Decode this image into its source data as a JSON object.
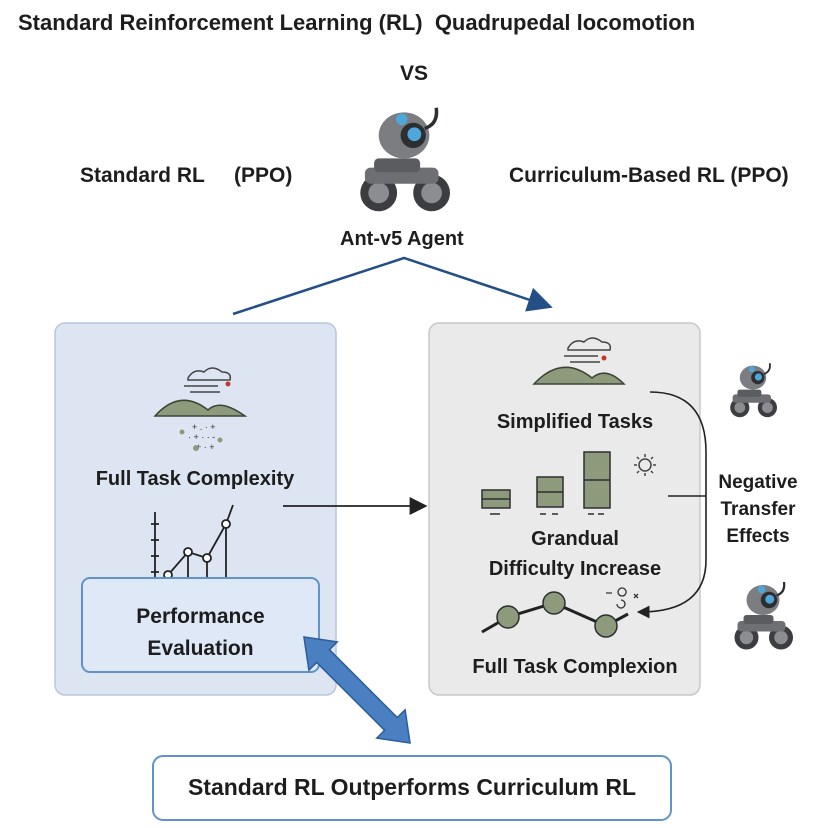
{
  "title": "Standard Reinforcement Learning (RL)  Quadrupedal locomotion",
  "vs": "VS",
  "left_header": {
    "label": "Standard RL",
    "algo": "(PPO)"
  },
  "right_header": "Curriculum-Based RL (PPO)",
  "agent_label": "Ant-v5 Agent",
  "left_panel": {
    "complexity": "Full Task Complexity",
    "evaluation_line1": "Performance",
    "evaluation_line2": "Evaluation"
  },
  "right_panel": {
    "simplified": "Simplified Tasks",
    "difficulty_line1": "Grandual",
    "difficulty_line2": "Difficulty Increase",
    "full_task": "Full Task Complexion"
  },
  "side_note": {
    "line1": "Negative",
    "line2": "Transfer",
    "line3": "Effects"
  },
  "conclusion": "Standard RL Outperforms Curriculum RL",
  "colors": {
    "left_panel_fill": "#dde5f3",
    "right_panel_fill": "#eaeaea",
    "accent_blue": "#4a7fc1",
    "hill_green": "#8d9b7c",
    "robot_gray": "#6d6f72"
  }
}
